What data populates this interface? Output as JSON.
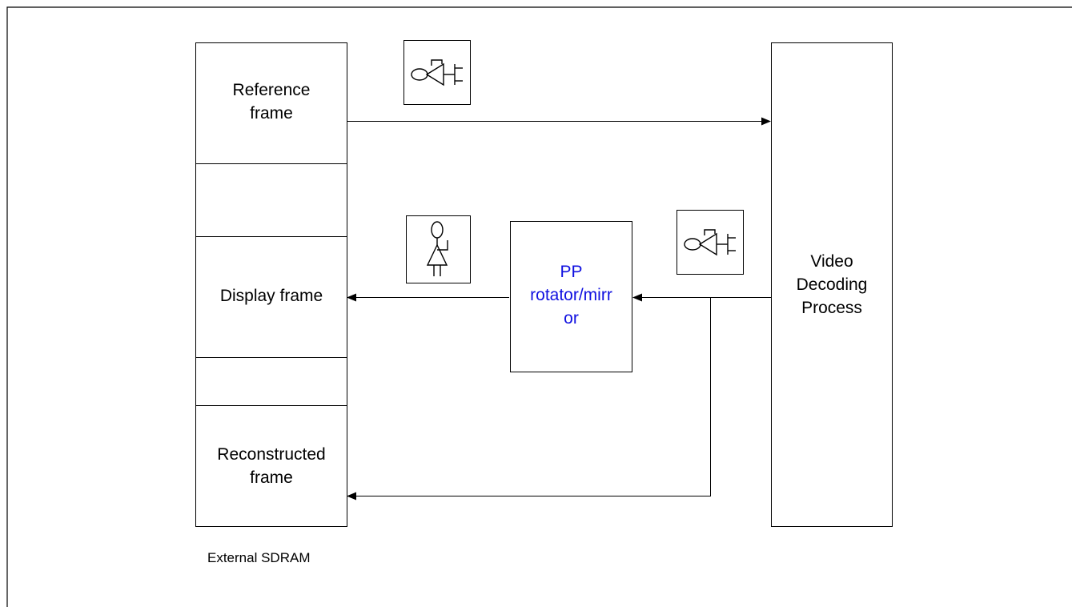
{
  "sdram": {
    "reference_frame": "Reference\nframe",
    "display_frame": "Display frame",
    "reconstructed_frame": "Reconstructed\nframe",
    "caption": "External SDRAM"
  },
  "pp_block": {
    "label": "PP\nrotator/mirr\nor"
  },
  "decoder_block": {
    "label": "Video\nDecoding\nProcess"
  },
  "icons": {
    "top_symbol": "camera-plug-icon",
    "middle_symbol": "camera-plug-icon",
    "person_symbol": "person-icon"
  },
  "colors": {
    "line": "#000000",
    "pp_text": "#1010e0"
  }
}
